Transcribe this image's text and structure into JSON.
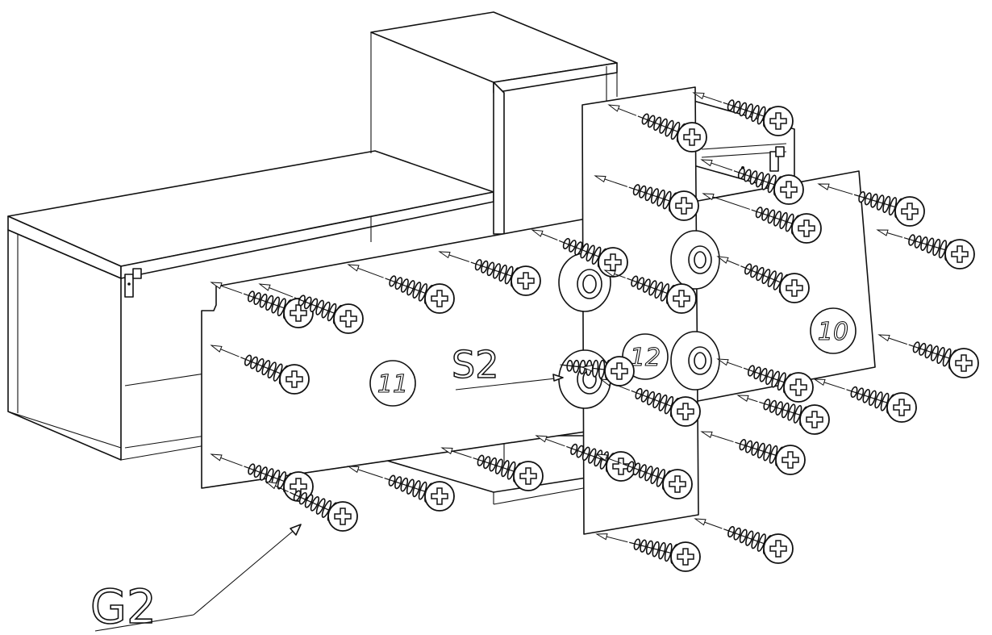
{
  "diagram": {
    "labels": {
      "fastener": "G2",
      "connector": "S2"
    },
    "panel_numbers": {
      "left_panel": "11",
      "center_panel": "12",
      "right_panel": "10"
    },
    "colors": {
      "line": "#111111",
      "background": "#ffffff"
    },
    "icons": [
      "screw-icon",
      "cam-lock-icon",
      "latch-icon",
      "arrow-icon"
    ]
  }
}
